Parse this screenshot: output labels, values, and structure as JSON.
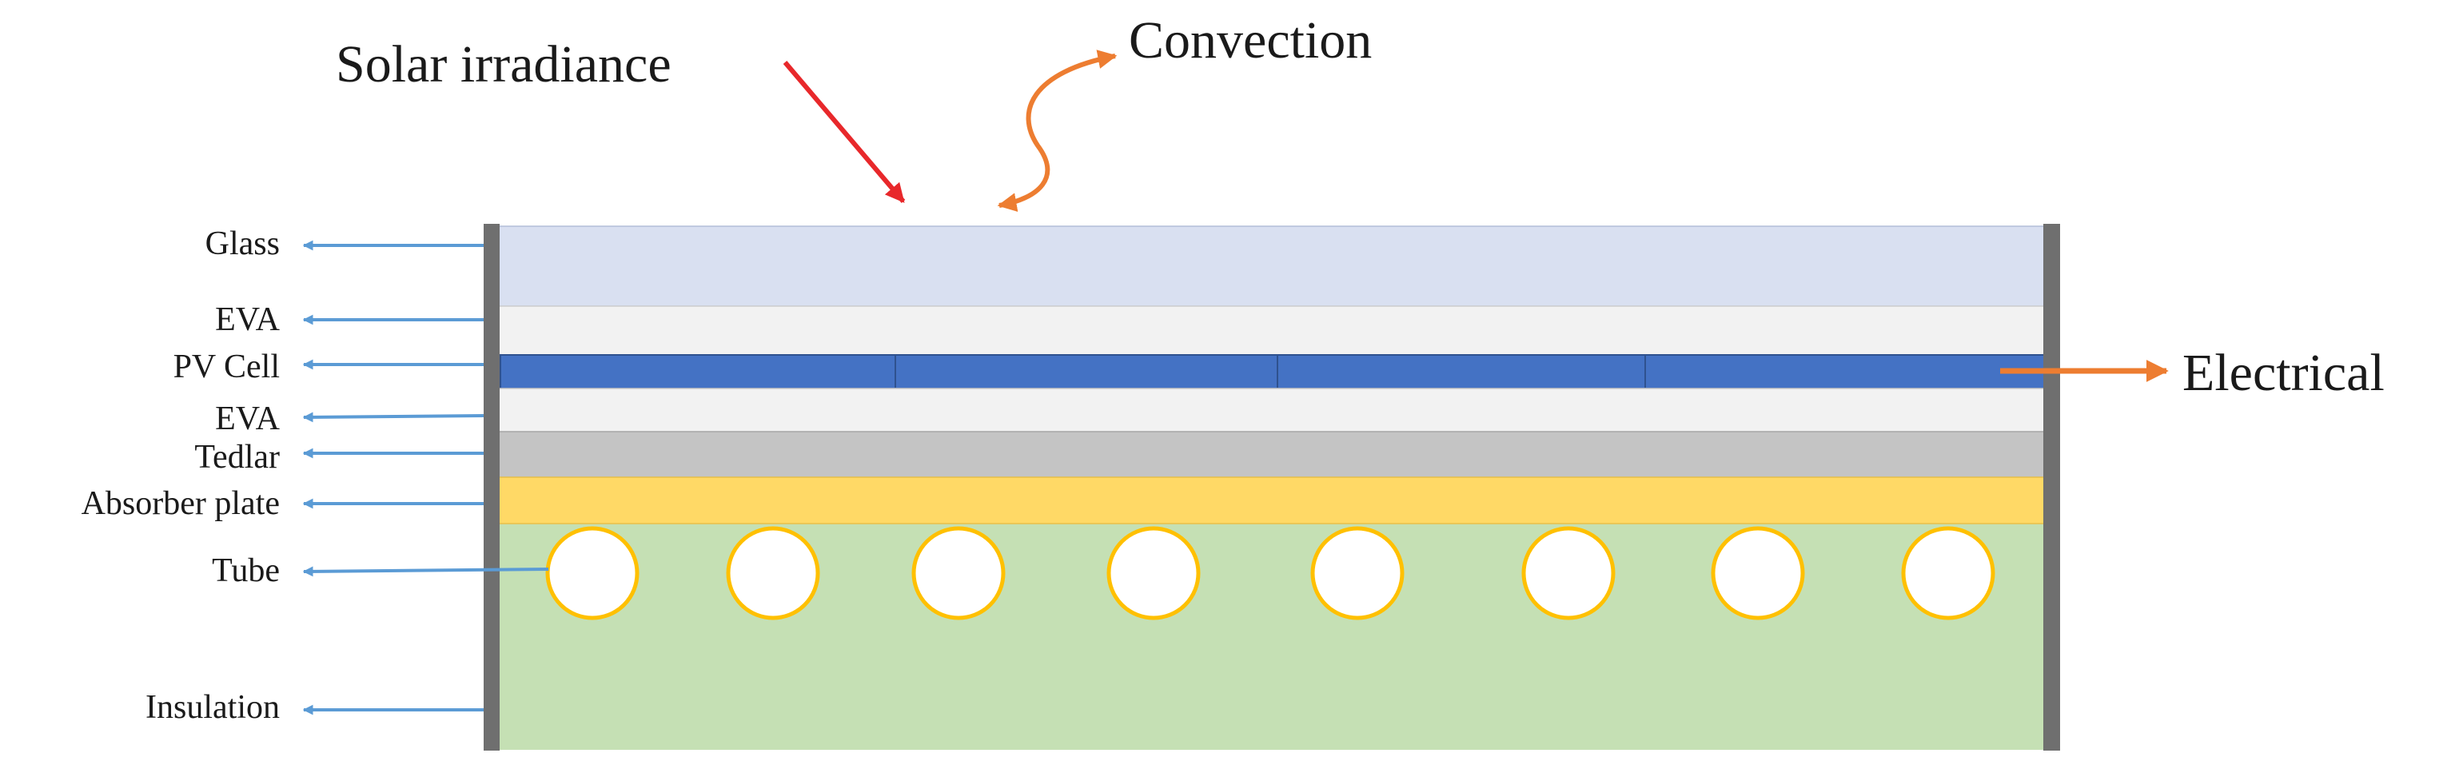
{
  "annotations": {
    "solar_irradiance": "Solar irradiance",
    "convection": "Convection",
    "electrical": "Electrical"
  },
  "layers": {
    "glass": "Glass",
    "eva_top": "EVA",
    "pv_cell": "PV Cell",
    "eva_bottom": "EVA",
    "tedlar": "Tedlar",
    "absorber_plate": "Absorber plate",
    "tube": "Tube",
    "insulation": "Insulation"
  },
  "colors": {
    "glass": "#d9e0f1",
    "eva": "#f2f2f2",
    "pv_cell": "#4472c4",
    "tedlar": "#c4c4c4",
    "absorber_plate": "#ffd966",
    "insulation": "#c5e0b4",
    "tube_fill": "#ffffff",
    "tube_stroke": "#ffc000",
    "frame": "#6f6f6f",
    "label_arrow": "#5b9bd5",
    "solar_arrow": "#e8282b",
    "convection_arrow": "#ed7d31",
    "electrical_arrow": "#ed7d31"
  }
}
